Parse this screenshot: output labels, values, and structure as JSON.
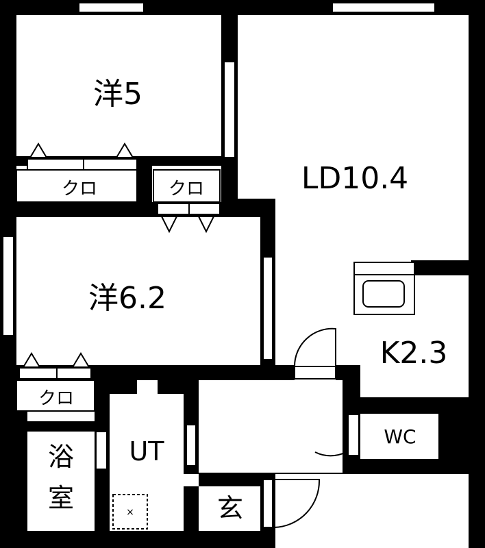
{
  "rooms": {
    "western_room_1": "洋5",
    "western_room_2": "洋6.2",
    "living_dining": "LD10.4",
    "kitchen": "K2.3",
    "utility": "UT",
    "bath_line1": "浴",
    "bath_line2": "室",
    "toilet": "WC",
    "entrance": "玄"
  },
  "closets": {
    "closet_1": "クロ",
    "closet_2": "クロ",
    "closet_3": "クロ"
  },
  "colors": {
    "wall": "#000000",
    "background": "#ffffff"
  }
}
